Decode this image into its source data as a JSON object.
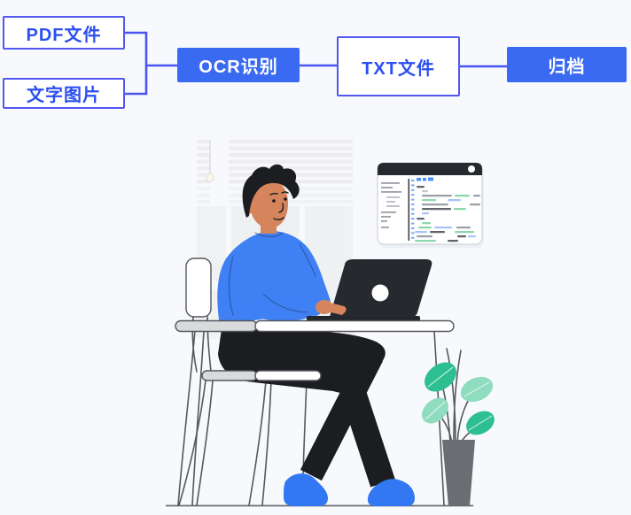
{
  "flowchart": {
    "nodes": [
      {
        "id": "pdf",
        "label": "PDF文件",
        "variant": "outline"
      },
      {
        "id": "image",
        "label": "文字图片",
        "variant": "outline"
      },
      {
        "id": "ocr",
        "label": "OCR识别",
        "variant": "filled"
      },
      {
        "id": "txt",
        "label": "TXT文件",
        "variant": "outline"
      },
      {
        "id": "archive",
        "label": "归档",
        "variant": "filled"
      }
    ]
  },
  "illustration": {
    "scene": "person-working-on-laptop-at-desk",
    "elements": [
      "window-backdrop",
      "pendant-lamp",
      "code-editor-window",
      "person",
      "laptop",
      "desk",
      "chair",
      "potted-plant",
      "ground-line"
    ]
  },
  "colors": {
    "page_bg": "#f7f9fd",
    "node_border": "#5158f0",
    "node_text": "#2b4ff0",
    "node_fill": "#3a6af2",
    "connector": "#4a55f0",
    "sweater_blue": "#3f80f5",
    "shoe_blue": "#3178f2",
    "skin": "#d5845c",
    "ink_dark": "#1b1d21",
    "laptop_dark": "#26292d",
    "desk_gray": "#d8dadc",
    "line_gray": "#55585c",
    "window_gray": "#ededef",
    "leaf_dark": "#2ebf90",
    "leaf_light": "#90dcc0",
    "vase_gray": "#6a6e72",
    "code_header": "#26292e",
    "code_green": "#8fd6ad",
    "code_blue": "#a9c4f5",
    "code_gray": "#9aa0a6",
    "code_dark": "#606469"
  }
}
